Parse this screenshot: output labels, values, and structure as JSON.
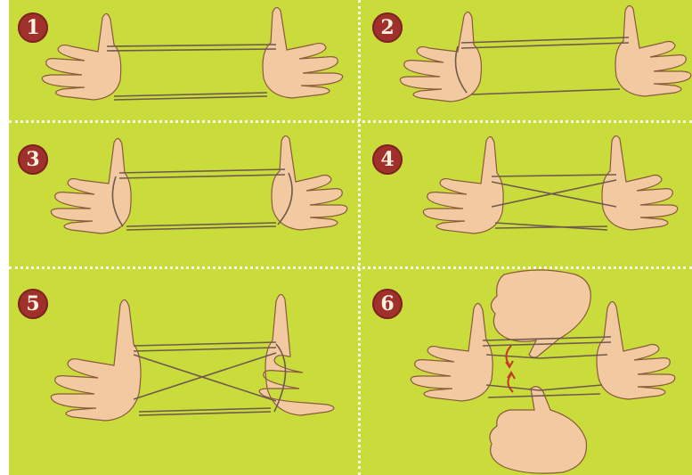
{
  "steps": [
    {
      "number": "1"
    },
    {
      "number": "2"
    },
    {
      "number": "3"
    },
    {
      "number": "4"
    },
    {
      "number": "5"
    },
    {
      "number": "6"
    }
  ],
  "colors": {
    "background": "#c9dc3c",
    "divider": "#f4f7e6",
    "badge": "#a0302b",
    "skin": "#f3c9a2",
    "skin_outline": "#8a5a3a",
    "string": "#6f5a4e",
    "arrow": "#c0392b"
  },
  "icons": [
    "open-left-hand-icon",
    "open-right-hand-icon",
    "string-loop-icon",
    "pinching-hand-icon",
    "curved-arrow-icon"
  ]
}
